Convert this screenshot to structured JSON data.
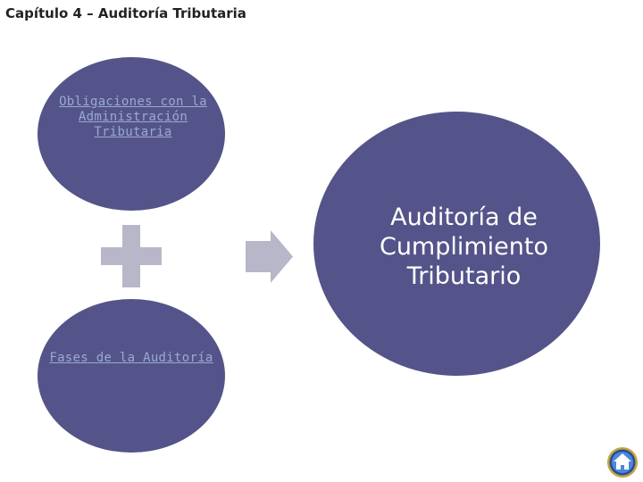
{
  "header": {
    "title": "Capítulo 4 – Auditoría Tributaria"
  },
  "diagram": {
    "top_link": "Obligaciones con la Administración Tributaria",
    "bottom_link": "Fases de la Auditoría",
    "result": "Auditoría de Cumplimiento Tributario"
  },
  "colors": {
    "circle_fill": "#54548a",
    "link": "#9aa9d4",
    "operator": "#b7b7c9",
    "text_on_circle": "#ffffff"
  },
  "icons": {
    "operator": "plus-icon",
    "transition": "arrow-right-icon",
    "navigation": "home-icon"
  }
}
